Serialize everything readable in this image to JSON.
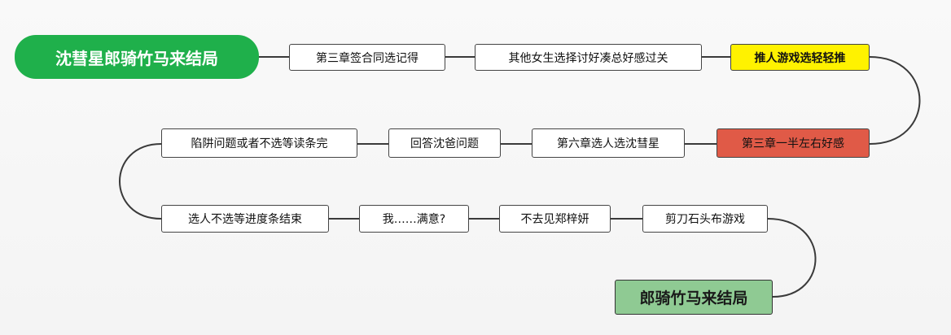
{
  "diagram": {
    "root": "沈彗星郎骑竹马来结局",
    "row1": [
      "第三章签合同选记得",
      "其他女生选择讨好凑总好感过关",
      "推人游戏选轻轻推"
    ],
    "row2": [
      "第三章一半左右好感",
      "第六章选人选沈彗星",
      "回答沈爸问题",
      "陷阱问题或者不选等读条完"
    ],
    "row3": [
      "选人不选等进度条结束",
      "我……满意?",
      "不去见郑梓妍",
      "剪刀石头布游戏"
    ],
    "end": "郎骑竹马来结局"
  },
  "colors": {
    "root": "#1fb04b",
    "highlight_yellow": "#fff200",
    "highlight_red": "#e05a47",
    "end": "#8fca93",
    "connector": "#3a3a3a"
  }
}
